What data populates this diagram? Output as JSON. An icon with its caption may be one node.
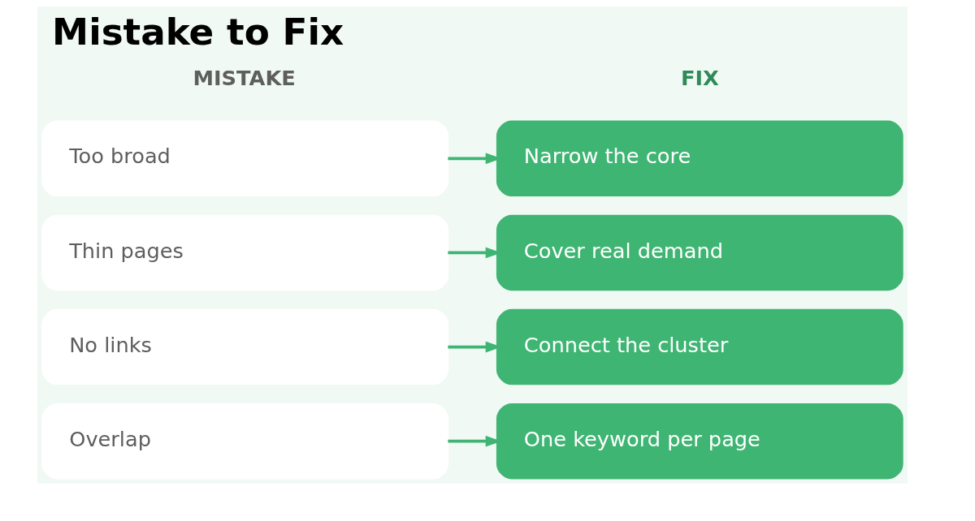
{
  "diagram": {
    "title": "Mistake to Fix",
    "nodes": [
      {
        "text": [
          "Too broad"
        ]
      },
      {
        "text": [
          "Narrow the core"
        ]
      },
      {
        "text": [
          "Thin pages"
        ]
      },
      {
        "text": [
          "Cover real demand"
        ]
      },
      {
        "text": [
          "No links"
        ]
      },
      {
        "text": [
          "Connect the cluster"
        ]
      },
      {
        "text": [
          "Overlap"
        ]
      },
      {
        "text": [
          "One keyword per page"
        ]
      }
    ],
    "edges": [
      {
        "from": 0,
        "to": 1,
        "arrow": "to"
      },
      {
        "from": 2,
        "to": 3,
        "arrow": "to"
      },
      {
        "from": 4,
        "to": 5,
        "arrow": "to"
      },
      {
        "from": 6,
        "to": 7,
        "arrow": "to"
      }
    ],
    "labels": [
      "MISTAKE",
      "FIX"
    ]
  }
}
